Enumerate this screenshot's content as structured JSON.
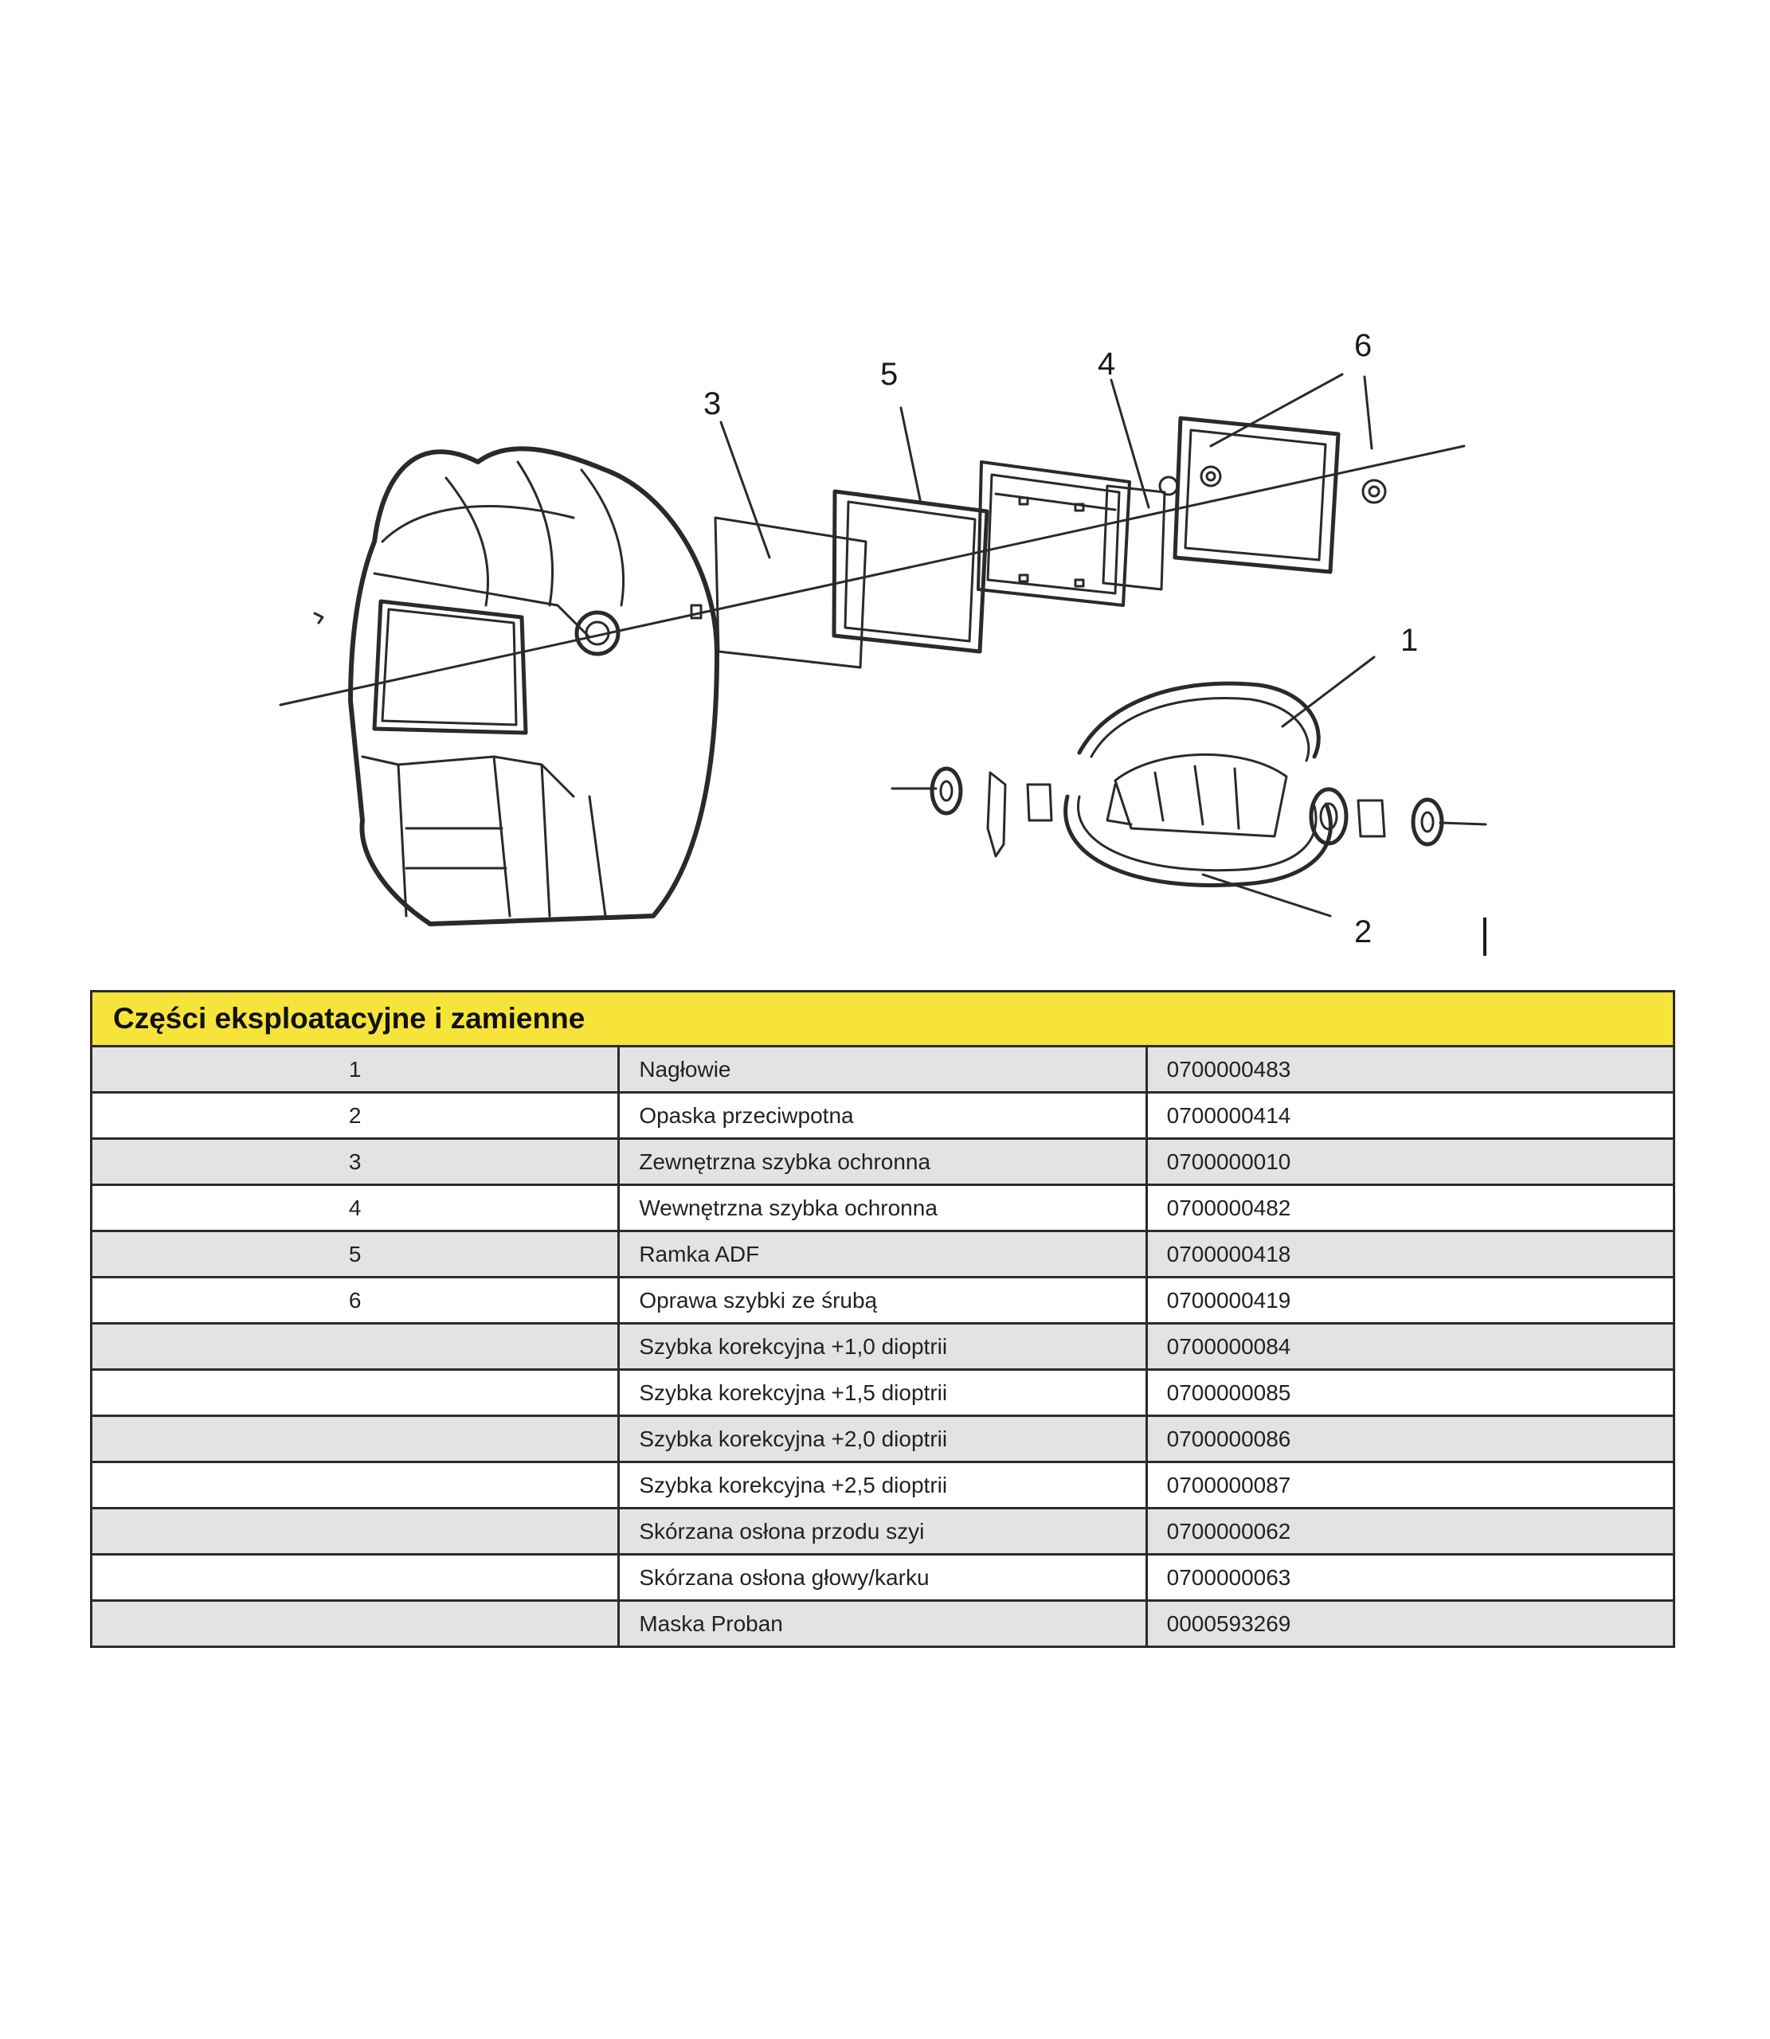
{
  "diagram": {
    "callouts": [
      "1",
      "2",
      "3",
      "4",
      "5",
      "6"
    ]
  },
  "table": {
    "title": "Części eksploatacyjne i zamienne",
    "rows": [
      {
        "no": "1",
        "name": "Nagłowie",
        "code": "0700000483"
      },
      {
        "no": "2",
        "name": "Opaska przeciwpotna",
        "code": "0700000414"
      },
      {
        "no": "3",
        "name": "Zewnętrzna szybka ochronna",
        "code": "0700000010"
      },
      {
        "no": "4",
        "name": "Wewnętrzna szybka ochronna",
        "code": "0700000482"
      },
      {
        "no": "5",
        "name": "Ramka ADF",
        "code": "0700000418"
      },
      {
        "no": "6",
        "name": "Oprawa szybki ze śrubą",
        "code": "0700000419"
      },
      {
        "no": "",
        "name": "Szybka korekcyjna +1,0 dioptrii",
        "code": "0700000084"
      },
      {
        "no": "",
        "name": "Szybka korekcyjna +1,5 dioptrii",
        "code": "0700000085"
      },
      {
        "no": "",
        "name": "Szybka korekcyjna +2,0 dioptrii",
        "code": "0700000086"
      },
      {
        "no": "",
        "name": "Szybka korekcyjna +2,5 dioptrii",
        "code": "0700000087"
      },
      {
        "no": "",
        "name": "Skórzana osłona przodu szyi",
        "code": "0700000062"
      },
      {
        "no": "",
        "name": "Skórzana osłona głowy/karku",
        "code": "0700000063"
      },
      {
        "no": "",
        "name": "Maska Proban",
        "code": "0000593269"
      }
    ]
  },
  "colors": {
    "header_yellow": "#f6e43a",
    "row_shade": "#e3e3e3",
    "line": "#2b2b2b"
  }
}
